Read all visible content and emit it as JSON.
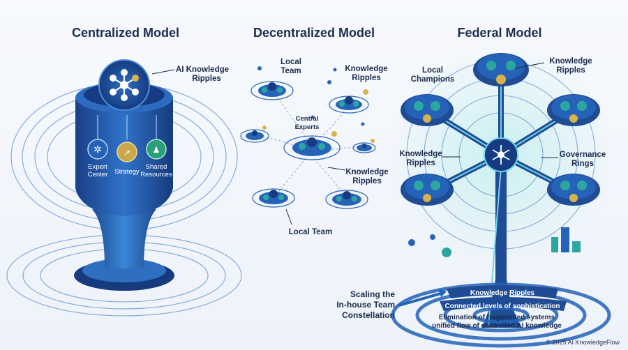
{
  "titles": {
    "centralized": "Centralized Model",
    "decentralized": "Decentralized Model",
    "federal": "Federal Model"
  },
  "centralized": {
    "ripples_label_1": "AI Knowledge",
    "ripples_label_2": "Ripples",
    "expert_1": "Expert",
    "expert_2": "Center",
    "strategy": "Strategy",
    "shared_1": "Shared",
    "shared_2": "Resources"
  },
  "decentralized": {
    "local_team_top_1": "Local",
    "local_team_top_2": "Team",
    "ripples_top_1": "Knowledge",
    "ripples_top_2": "Ripples",
    "central_1": "Central",
    "central_2": "Experts",
    "ripples_mid_1": "Knowledge",
    "ripples_mid_2": "Ripples",
    "local_team_bottom": "Local Team"
  },
  "federal": {
    "champions_1": "Local",
    "champions_2": "Champions",
    "ripples_top_1": "Knowledge",
    "ripples_top_2": "Ripples",
    "ripples_left_1": "Knowledge",
    "ripples_left_2": "Ripples",
    "governance_1": "Governance",
    "governance_2": "Rings",
    "band_1": "Knowledge Ripples",
    "band_2": "Connected levels of sophistication",
    "band_3": "Elimination of fragmented systems",
    "band_4": "unified flow of controlled AI knowledge"
  },
  "scaling": {
    "line_1": "Scaling the",
    "line_2": "In-house Team",
    "line_3": "Constellation"
  },
  "footer": {
    "copyright": "© 2025 AI KnowledgeFlow"
  },
  "colors": {
    "navy": "#1b3a78",
    "blue": "#2563b8",
    "teal": "#2aa8a0",
    "gold": "#d8b24a"
  }
}
